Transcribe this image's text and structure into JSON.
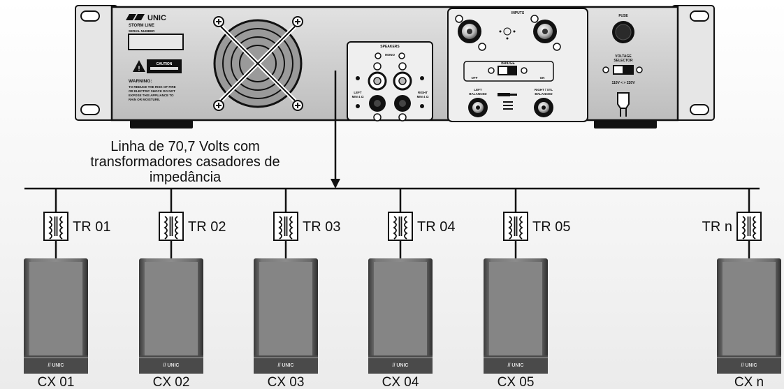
{
  "amplifier": {
    "brand": "UNIC",
    "model": "STORM LINE",
    "serial_label": "SERIAL NUMBER",
    "caution": "CAUTION",
    "warning_title": "WARNING:",
    "warning_lines": [
      "TO REDUCE THE RISK OF FIRE",
      "OR  ELECTRIC SHOCK DO NOT",
      "EXPOSE THIS APPLIANCE TO",
      "RAIN OR MOISTURE."
    ],
    "speakers_label": "SPEAKERS",
    "bridge_mono": "MONO",
    "left_min": [
      "LEFT",
      "MIN 4 Ω"
    ],
    "right_min": [
      "RIGHT",
      "MIN 4 Ω"
    ],
    "inputs_label": "INPUTS",
    "bridge_label": "BRIDGE",
    "off_label": "OFF",
    "on_label": "ON",
    "left_balanced": [
      "LEFT",
      "BALANCED"
    ],
    "right_balanced": [
      "RIGHT / STL",
      "BALANCED"
    ],
    "fuse_label": "FUSE",
    "voltage_selector": [
      "VOLTAGE",
      "SELECTOR"
    ],
    "voltage_range": "110V  < >  220V"
  },
  "line_label": [
    "Linha de 70,7 Volts com",
    "transformadores casadores de",
    "impedância"
  ],
  "transformers": [
    "TR 01",
    "TR 02",
    "TR 03",
    "TR 04",
    "TR 05",
    "TR n"
  ],
  "speakers": [
    "CX 01",
    "CX 02",
    "CX 03",
    "CX 04",
    "CX 05",
    "CX n"
  ],
  "speaker_brand": "UNIC"
}
